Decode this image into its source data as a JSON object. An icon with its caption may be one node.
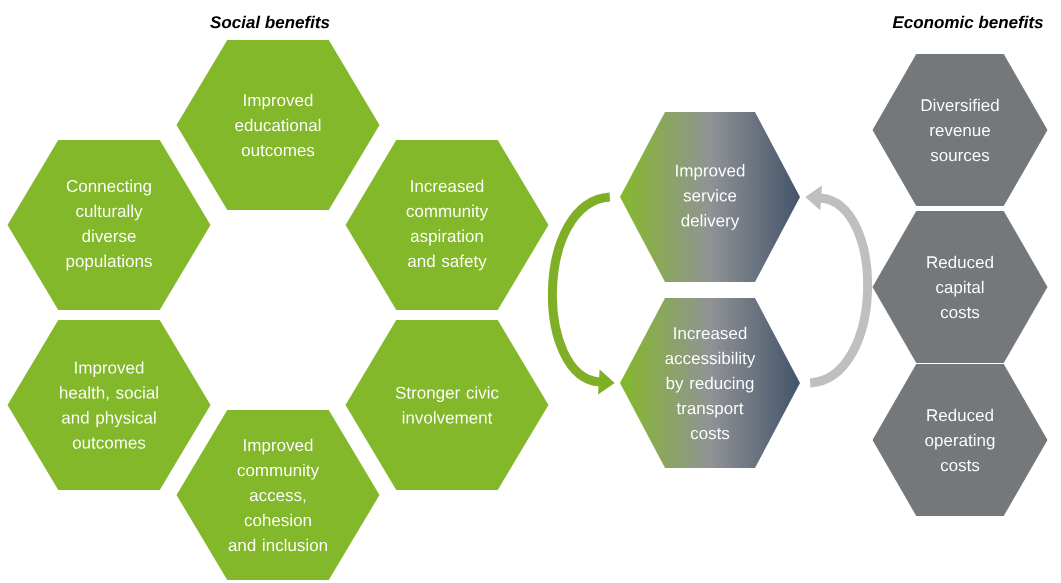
{
  "diagram": {
    "nodes": [
      {
        "text": [
          "Improved educational outcomes"
        ]
      },
      {
        "text": [
          "Connecting culturally diverse populations"
        ]
      },
      {
        "text": [
          "Increased community aspiration and safety"
        ]
      },
      {
        "text": [
          "Improved health, social and physical outcomes"
        ]
      },
      {
        "text": [
          "Stronger civic involvement"
        ]
      },
      {
        "text": [
          "Improved community access, cohesion and inclusion"
        ]
      },
      {
        "text": [
          "Improved service delivery"
        ]
      },
      {
        "text": [
          "Increased accessibility by reducing transport costs"
        ]
      },
      {
        "text": [
          "Diversified revenue sources"
        ]
      },
      {
        "text": [
          "Reduced capital costs"
        ]
      },
      {
        "text": [
          "Reduced operating costs"
        ]
      }
    ],
    "edges": [
      {
        "from": 6,
        "to": 7,
        "arrow": "to",
        "color": "#7eaf27"
      },
      {
        "from": 7,
        "to": 6,
        "arrow": "to",
        "color": "#bfbfbf"
      }
    ],
    "labels": [
      "Social benefits",
      "Economic benefits"
    ]
  }
}
